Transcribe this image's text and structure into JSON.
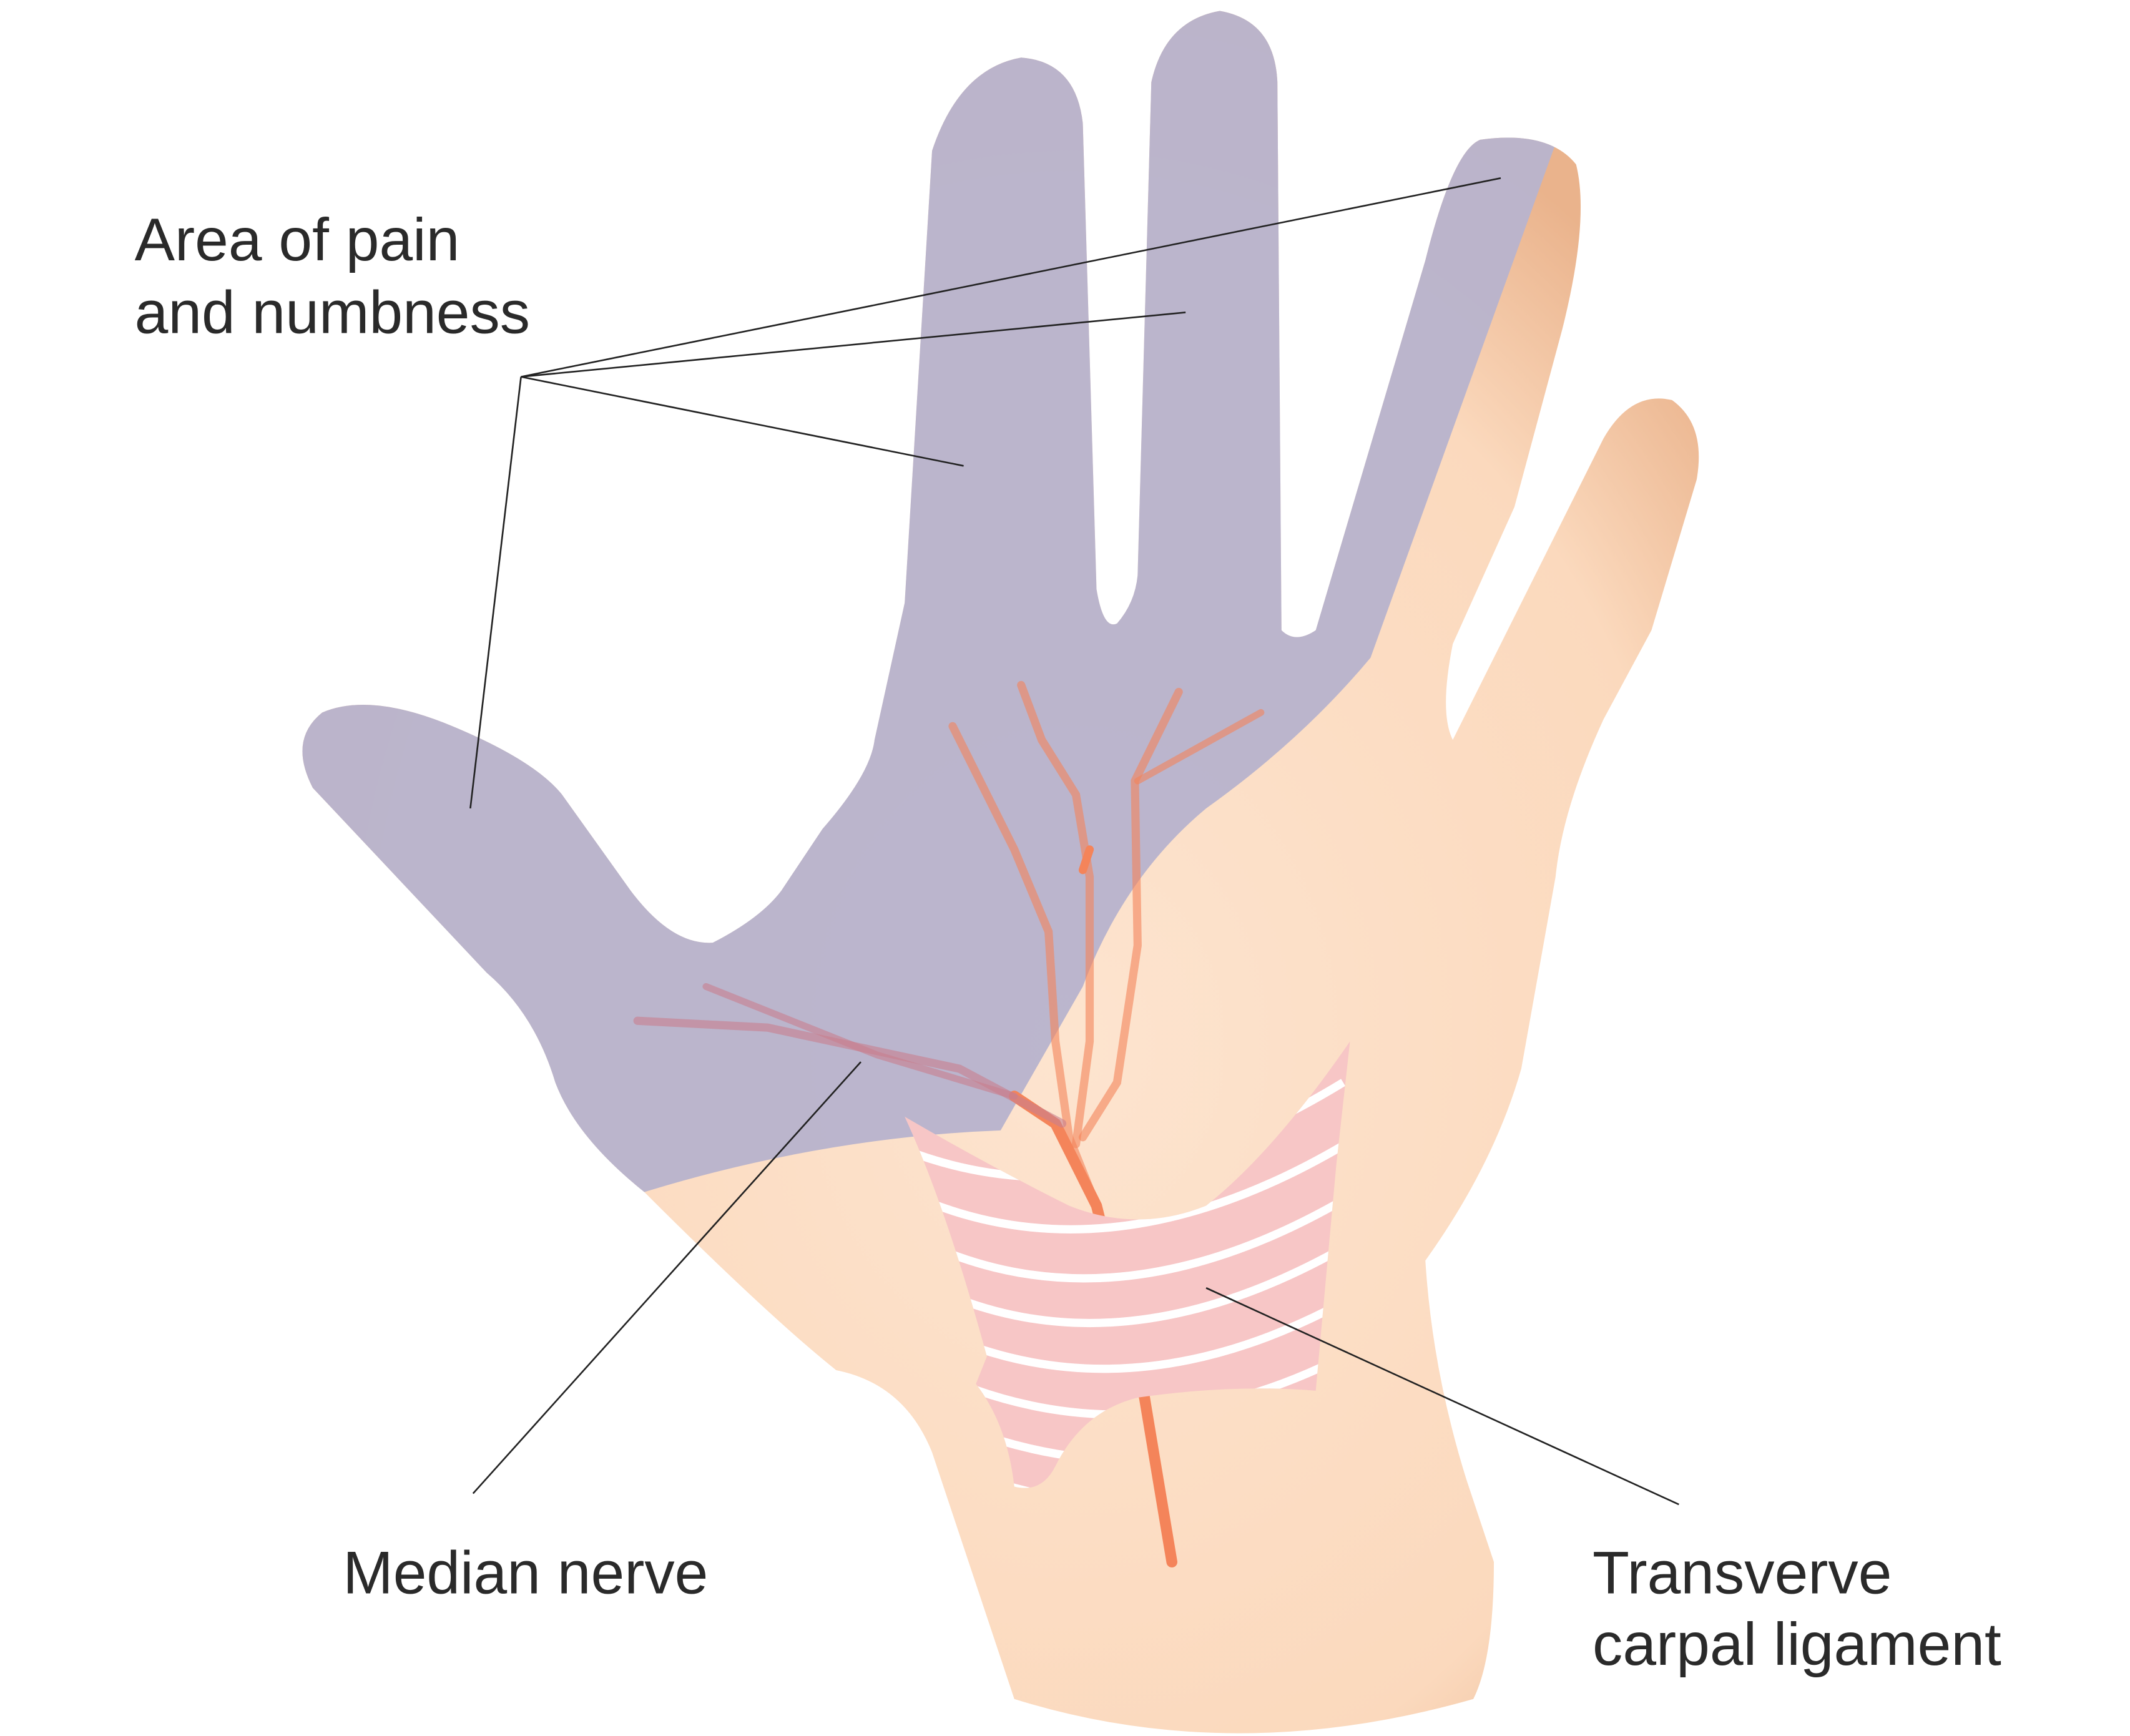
{
  "labels": {
    "pain_line1": "Area of pain",
    "pain_line2": "and numbness",
    "median_nerve": "Median nerve",
    "ligament_line1": "Transverve",
    "ligament_line2": "carpal ligament"
  },
  "colors": {
    "skin": "#fbd9bd",
    "skin_shadow": "#eab38c",
    "numb_area": "#b9b4cc",
    "nerve": "#f4845a",
    "ligament": "#f7c6c6",
    "ligament_stripe": "#ffffff"
  }
}
